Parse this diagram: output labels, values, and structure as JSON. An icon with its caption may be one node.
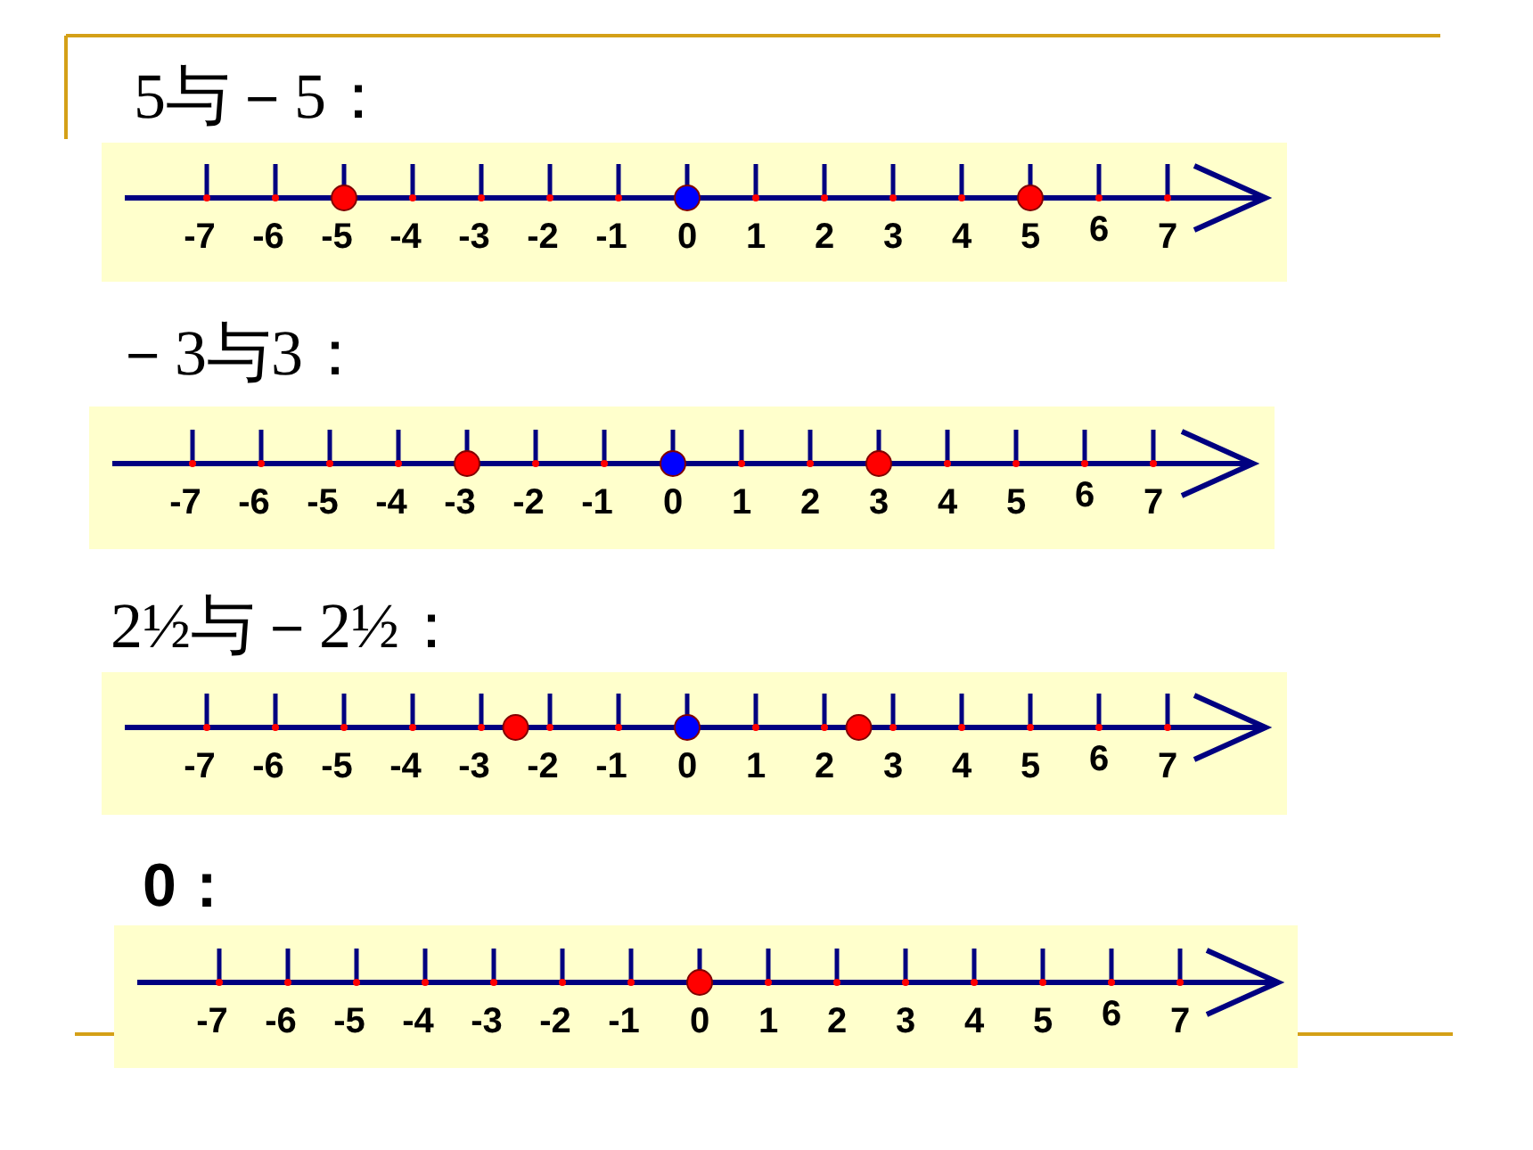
{
  "diagram": {
    "labels": [
      "5与－5：",
      "-7",
      "-6",
      "-5",
      "-4",
      "-3",
      "-2",
      "-1",
      "0",
      "1",
      "2",
      "3",
      "4",
      "5",
      "6",
      "7",
      "－3与3：",
      "-7",
      "-6",
      "-5",
      "-4",
      "-3",
      "-2",
      "-1",
      "0",
      "1",
      "2",
      "3",
      "4",
      "5",
      "6",
      "7",
      "2½与－2½：",
      "-7",
      "-6",
      "-5",
      "-4",
      "-3",
      "-2",
      "-1",
      "0",
      "1",
      "2",
      "3",
      "4",
      "5",
      "6",
      "7",
      "0：",
      "-7",
      "-6",
      "-5",
      "-4",
      "-3",
      "-2",
      "-1",
      "0",
      "1",
      "2",
      "3",
      "4",
      "5",
      "6",
      "7"
    ]
  }
}
